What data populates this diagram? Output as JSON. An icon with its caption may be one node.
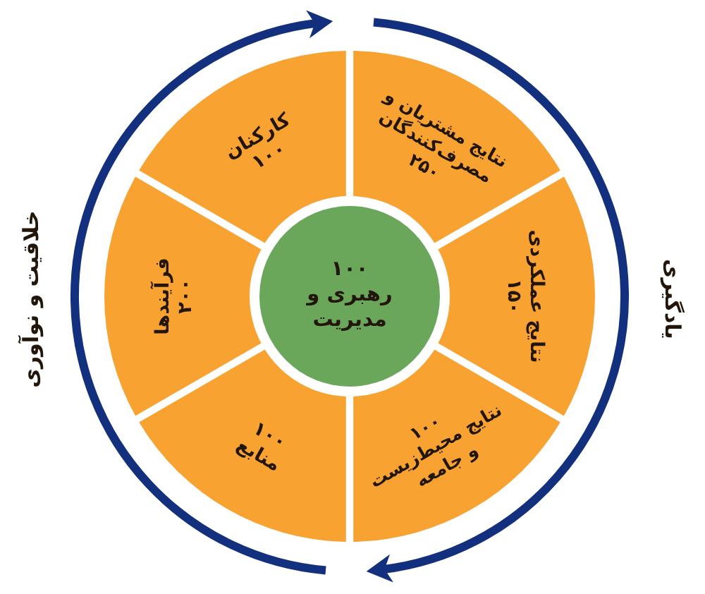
{
  "diagram": {
    "nodes": [
      {
        "text": [
          "نتایج مشتریان و مصرف‌کنندگان",
          "۲۵۰"
        ]
      },
      {
        "text": [
          "کارکنان",
          "۱۰۰"
        ]
      },
      {
        "text": [
          "نتایج عملکردی",
          "۱۵۰"
        ]
      },
      {
        "text": [
          "۱۰۰",
          "رهبری و مدیریت"
        ]
      },
      {
        "text": [
          "فرآیندها",
          "۲۰۰"
        ]
      },
      {
        "text": [
          "۱۰۰",
          "نتایج محیط‌زیست و جامعه"
        ]
      },
      {
        "text": [
          "۱۰۰",
          "منابع"
        ]
      }
    ],
    "labels": [
      "یادگیری",
      "خلاقیت و نوآوری"
    ]
  }
}
